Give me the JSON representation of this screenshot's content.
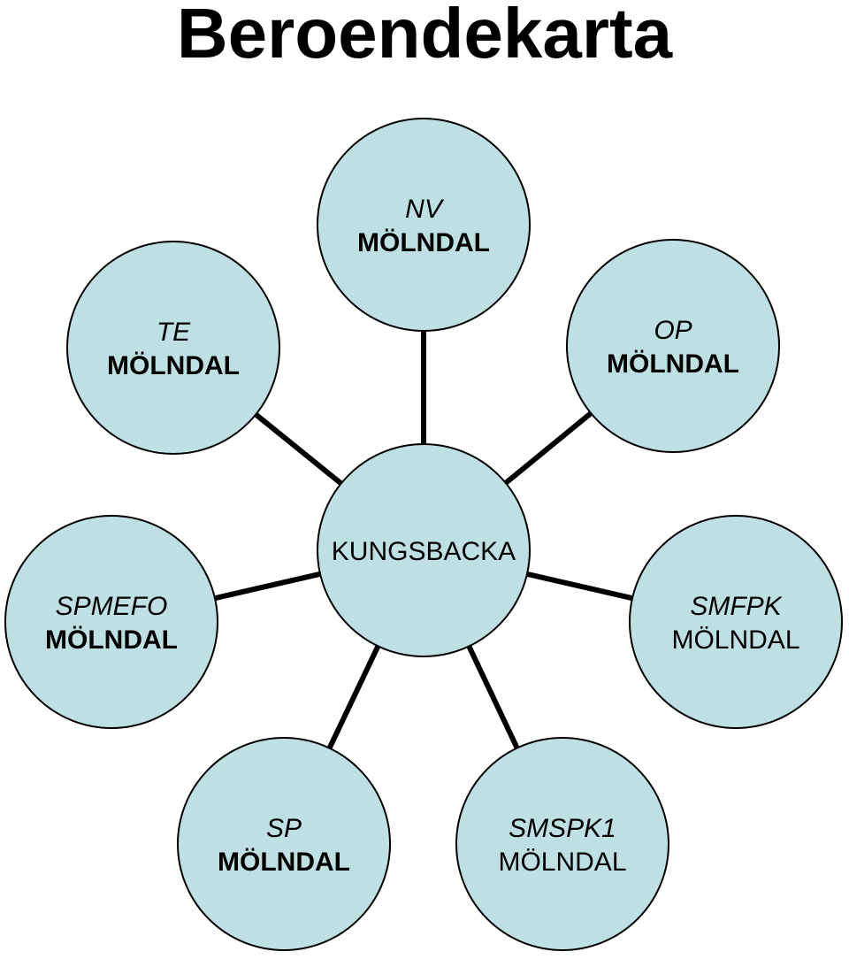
{
  "title": "Beroendekarta",
  "colors": {
    "node_fill": "#bfe0e3",
    "node_stroke": "#000000",
    "edge": "#000000"
  },
  "hub": {
    "label": "KUNGSBACKA"
  },
  "nodes": [
    {
      "id": "nv",
      "code": "NV",
      "place": "MÖLNDAL",
      "place_bold": true
    },
    {
      "id": "op",
      "code": "OP",
      "place": "MÖLNDAL",
      "place_bold": true
    },
    {
      "id": "smfpk",
      "code": "SMFPK",
      "place": "MÖLNDAL",
      "place_bold": false
    },
    {
      "id": "smspk1",
      "code": "SMSPK1",
      "place": "MÖLNDAL",
      "place_bold": false
    },
    {
      "id": "sp",
      "code": "SP",
      "place": "MÖLNDAL",
      "place_bold": true
    },
    {
      "id": "spmefo",
      "code": "SPMEFO",
      "place": "MÖLNDAL",
      "place_bold": true
    },
    {
      "id": "te",
      "code": "TE",
      "place": "MÖLNDAL",
      "place_bold": true
    }
  ]
}
